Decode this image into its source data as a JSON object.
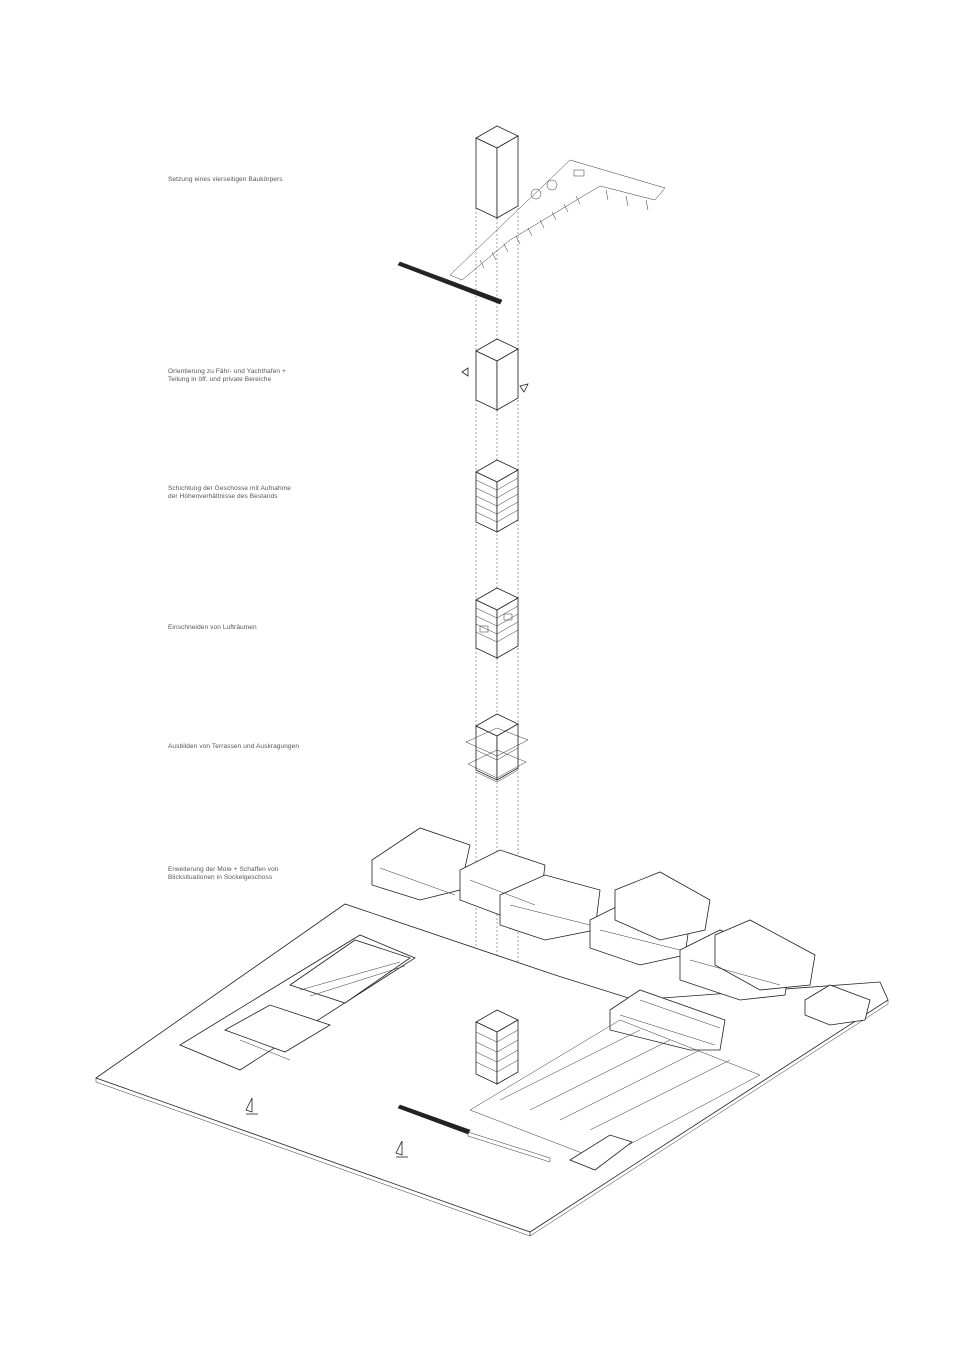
{
  "steps": [
    {
      "lines": [
        "Setzung eines vierseitigen Baukörpers"
      ]
    },
    {
      "lines": [
        "Orientierung zu Fähr- und Yachthafen +",
        "Teilung in öff. und private Bereiche"
      ]
    },
    {
      "lines": [
        "Schichtung der Geschosse mit Aufnahme",
        "der Höhenverhältnisse des Bestands"
      ]
    },
    {
      "lines": [
        "Einschneiden von Lufträumen"
      ]
    },
    {
      "lines": [
        "Ausbilden von Terrassen und Auskragungen"
      ]
    },
    {
      "lines": [
        "Erweiterung der Mole + Schaffen von",
        "Blicksituationen in Sockelgeschoss"
      ]
    }
  ]
}
